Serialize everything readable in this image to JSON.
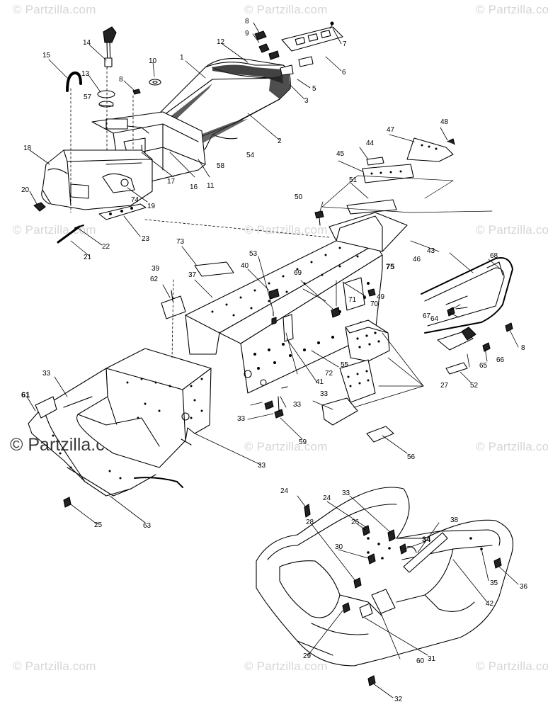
{
  "watermark": {
    "text": "© Partzilla.com",
    "main_text": "© Partzilla.com"
  },
  "callouts": {
    "c1": "1",
    "c2": "2",
    "c3": "3",
    "c5": "5",
    "c6": "6",
    "c7": "7",
    "c8a": "8",
    "c9": "9",
    "c10": "10",
    "c8b": "8",
    "c11": "11",
    "c12": "12",
    "c13": "13",
    "c14": "14",
    "c15": "15",
    "c16": "16",
    "c17": "17",
    "c18": "18",
    "c19": "19",
    "c20": "20",
    "c21": "21",
    "c22": "22",
    "c23": "23",
    "c24a": "24",
    "c24b": "24",
    "c25": "25",
    "c26": "26",
    "c27": "27",
    "c28": "28",
    "c29": "29",
    "c30": "30",
    "c31": "31",
    "c32": "32",
    "c33a": "33",
    "c33b": "33",
    "c33c": "33",
    "c33d": "33",
    "c33e": "33",
    "c33f": "33",
    "c34": "34",
    "c35": "35",
    "c36": "36",
    "c37": "37",
    "c38": "38",
    "c39": "39",
    "c40": "40",
    "c41": "41",
    "c42": "42",
    "c43": "43",
    "c44": "44",
    "c45": "45",
    "c46": "46",
    "c47": "47",
    "c48": "48",
    "c49": "49",
    "c50": "50",
    "c51": "51",
    "c52": "52",
    "c53": "53",
    "c54": "54",
    "c55": "55",
    "c56": "56",
    "c57": "57",
    "c58": "58",
    "c59": "59",
    "c60": "60",
    "c61": "61",
    "c62": "62",
    "c63": "63",
    "c64": "64",
    "c65": "65",
    "c66": "66",
    "c67": "67",
    "c68": "68",
    "c69": "69",
    "c70": "70",
    "c71": "71",
    "c72": "72",
    "c73": "73",
    "c74": "74",
    "c75": "75",
    "c8c": "8"
  }
}
